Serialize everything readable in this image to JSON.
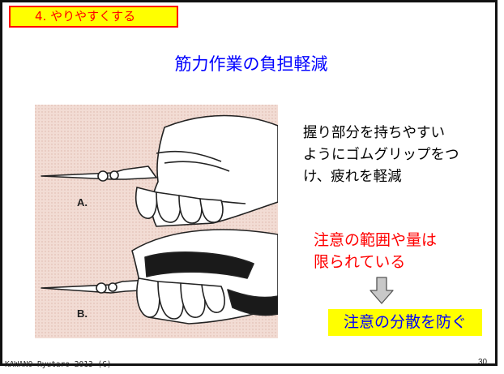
{
  "section_tag": "4. やりやすくする",
  "title": "筋力作業の負担軽減",
  "description_lines": [
    "握り部分を持ちやすい",
    "ようにゴムグリップをつ",
    "け、疲れを軽減"
  ],
  "caution_lines": [
    "注意の範囲や量は",
    "限られている"
  ],
  "result": "注意の分散を防ぐ",
  "figure": {
    "label_a": "A.",
    "label_b": "B."
  },
  "footer": {
    "credit": "KAWANO Ryutaro 2013 (C)",
    "page_number": "30"
  },
  "colors": {
    "accent_red": "#ff0000",
    "accent_blue": "#0000ff",
    "highlight_yellow": "#ffff00",
    "figure_background": "#f2dcd4"
  },
  "icons": [
    "down-arrow-icon"
  ]
}
